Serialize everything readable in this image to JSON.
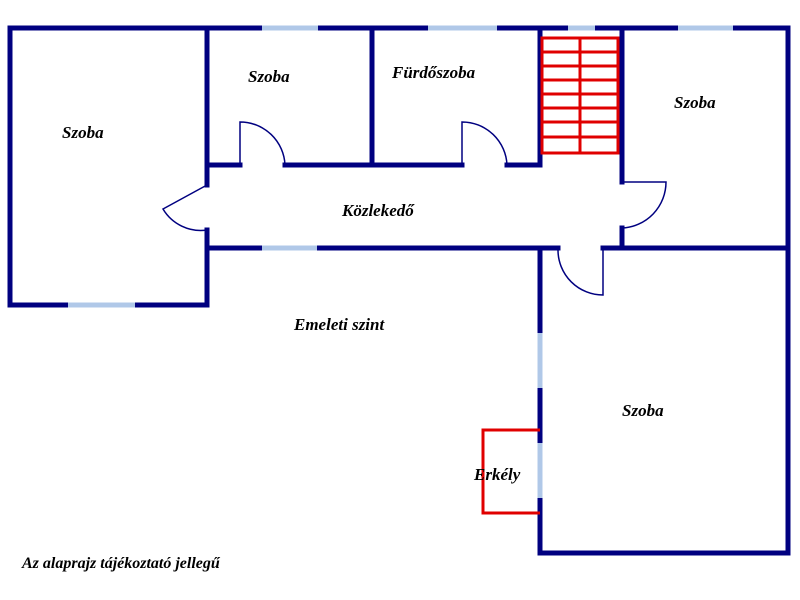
{
  "rooms": {
    "left_room": "Szoba",
    "top_small_room": "Szoba",
    "bathroom": "Fürdőszoba",
    "right_top_room": "Szoba",
    "corridor": "Közlekedő",
    "right_bottom_room": "Szoba",
    "balcony": "Erkély"
  },
  "floor_label": "Emeleti szint",
  "disclaimer": "Az alaprajz tájékoztató jellegű",
  "colors": {
    "wall": "#000080",
    "window": "#b0c8e8",
    "stairs": "#e00000",
    "balcony": "#e00000"
  }
}
